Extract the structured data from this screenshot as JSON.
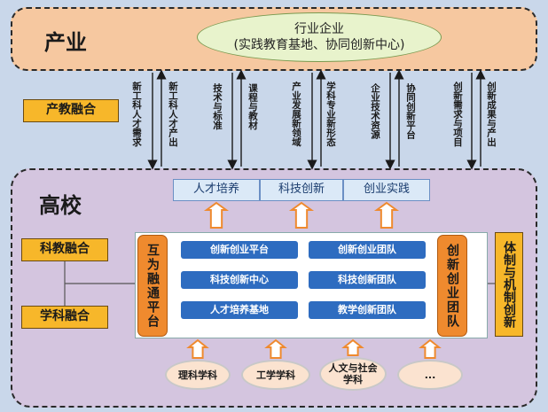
{
  "industry": {
    "title": "产业",
    "enterprise_line1": "行业企业",
    "enterprise_line2": "(实践教育基地、协同创新中心)"
  },
  "integration_label": "产教融合",
  "flows": [
    {
      "label": "新工科人才需求",
      "direction": "down"
    },
    {
      "label": "新工科人才产出",
      "direction": "up"
    },
    {
      "label": "技术与标准",
      "direction": "down"
    },
    {
      "label": "课程与教材",
      "direction": "up"
    },
    {
      "label": "产业发展新领域",
      "direction": "down"
    },
    {
      "label": "学科专业新形态",
      "direction": "up"
    },
    {
      "label": "企业技术资源",
      "direction": "down"
    },
    {
      "label": "协同创新平台",
      "direction": "up"
    },
    {
      "label": "创新需求与项目",
      "direction": "down"
    },
    {
      "label": "创新成果与产出",
      "direction": "up"
    }
  ],
  "university": {
    "title": "高校",
    "outcomes": [
      "人才培养",
      "科技创新",
      "创业实践"
    ],
    "left_labels": [
      "科教融合",
      "学科融合"
    ],
    "platform_left": "互为融通平台",
    "platform_right": "创新创业团队",
    "platforms": [
      "创新创业平台",
      "科技创新中心",
      "人才培养基地"
    ],
    "teams": [
      "创新创业团队",
      "科技创新团队",
      "教学创新团队"
    ],
    "mechanism": "体制与机制创新",
    "disciplines": [
      "理科学科",
      "工学学科",
      "人文与社会学科",
      "..."
    ]
  },
  "colors": {
    "industry_bg": "#f6c8a0",
    "university_bg": "#d4c5df",
    "accent_gold": "#f7b72a",
    "platform_orange": "#ef8a2e",
    "bar_blue": "#2e6cc0"
  }
}
